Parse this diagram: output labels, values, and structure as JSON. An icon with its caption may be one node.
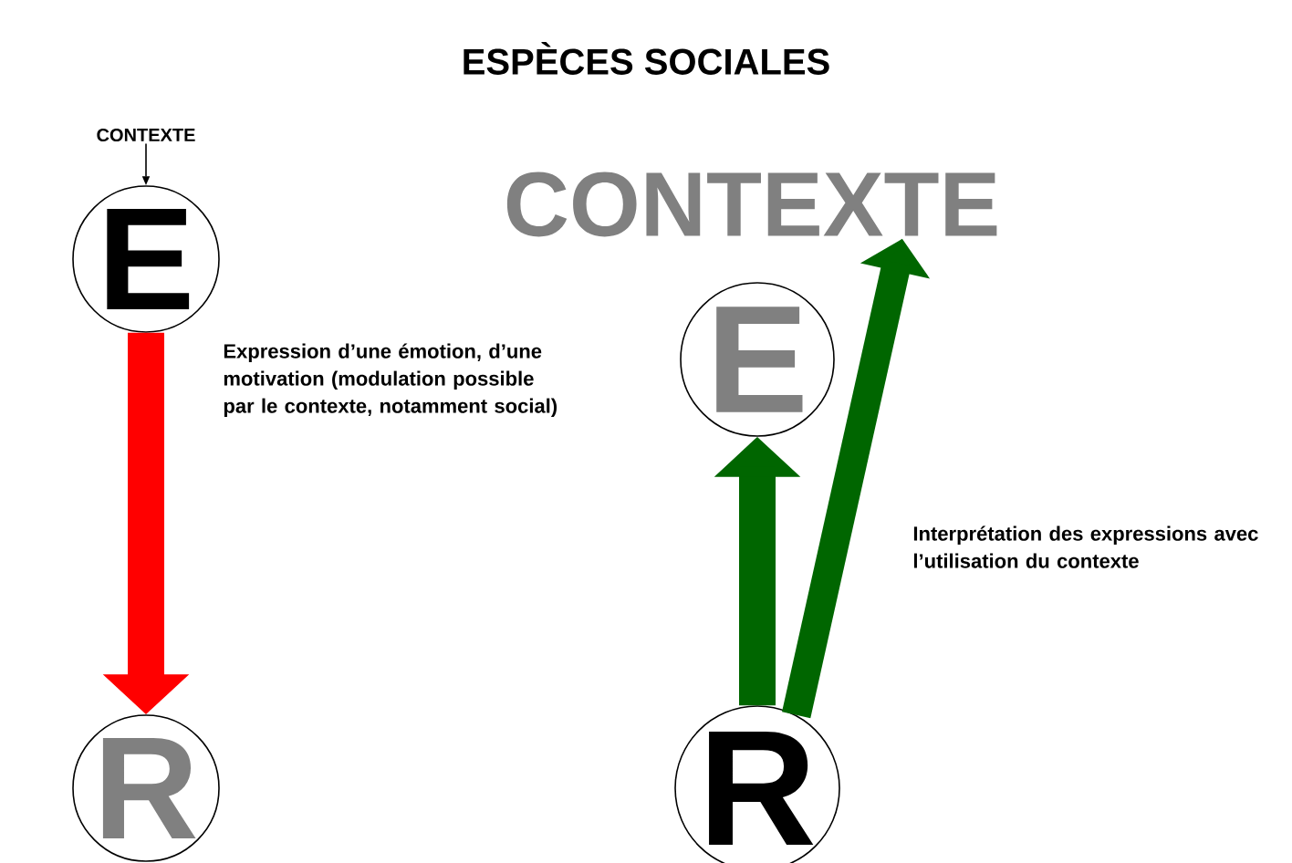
{
  "diagram": {
    "title": "ESPÈCES SOCIALES",
    "nodes": [
      {
        "text": [
          "CONTEXTE"
        ]
      },
      {
        "text": [
          "E"
        ]
      },
      {
        "text": [
          "R"
        ]
      },
      {
        "text": [
          "CONTEXTE"
        ]
      },
      {
        "text": [
          "E"
        ]
      },
      {
        "text": [
          "R"
        ]
      }
    ],
    "edges": [
      {
        "from": 0,
        "to": 1,
        "arrow": "to",
        "color": "#000000"
      },
      {
        "from": 1,
        "to": 2,
        "arrow": "to",
        "color": "#ff0000",
        "label": "Expression d’une émotion, d’une motivation (modulation possible par le contexte, notamment social)"
      },
      {
        "from": 5,
        "to": 4,
        "arrow": "to",
        "color": "#006600"
      },
      {
        "from": 5,
        "to": 3,
        "arrow": "to",
        "color": "#006600",
        "label": "Interprétation des expressions avec l’utilisation du contexte"
      }
    ]
  }
}
